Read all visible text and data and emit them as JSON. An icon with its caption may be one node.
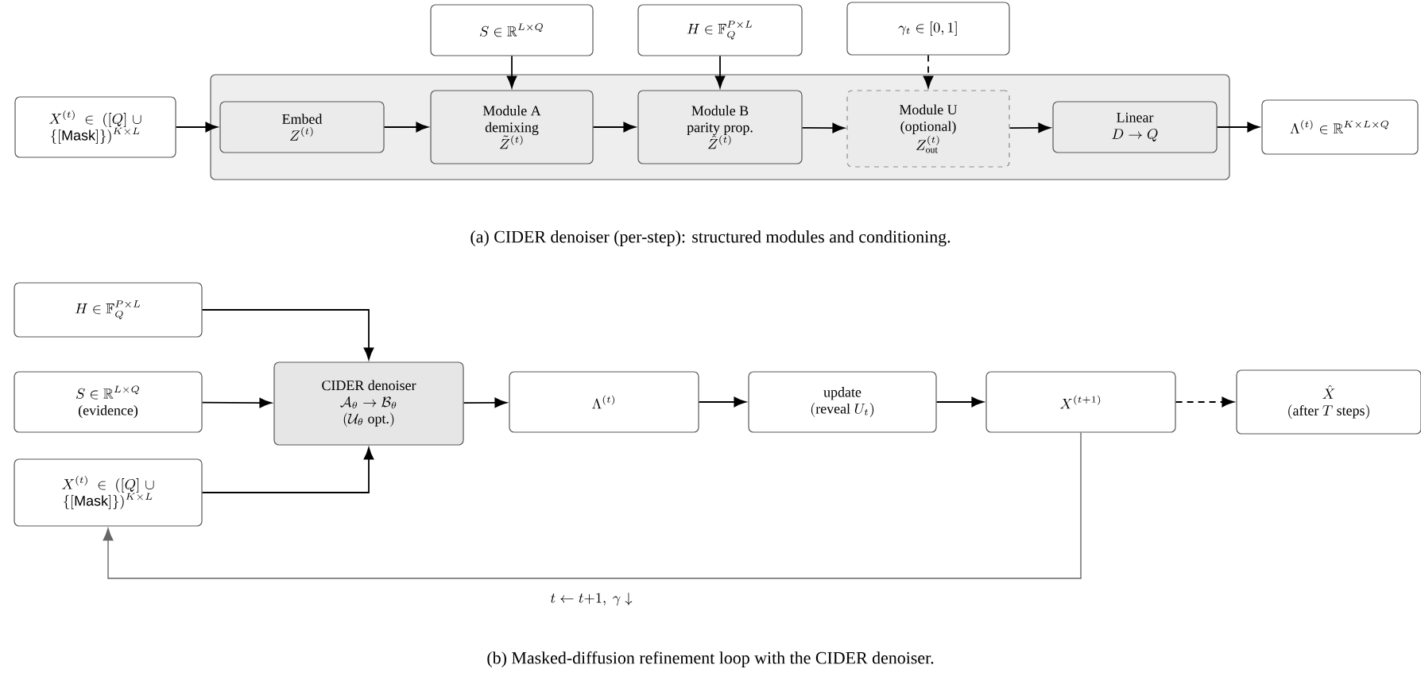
{
  "diagram": {
    "nodes": [
      {
        "text": [],
        "shape": "box"
      },
      {
        "text": [
          "S \\in \\mathbb{R}^{L\\times Q}"
        ]
      },
      {
        "text": [
          "H \\in \\mathbb{F}_Q^{P\\times L}"
        ]
      },
      {
        "text": [
          "\\gamma_t \\in [0,1]"
        ]
      },
      {
        "text": [
          "X^{(t)} \\in ([Q] \\cup \\{[\\textsf{Mask}]\\})^{K\\times L}"
        ]
      },
      {
        "text": [
          "Embed",
          "Z^{(t)}"
        ],
        "in": 0
      },
      {
        "text": [
          "Module A",
          "demixing",
          "\\tilde{Z}^{(t)}"
        ],
        "in": 0
      },
      {
        "text": [
          "Module B",
          "parity prop.",
          "\\hat{Z}^{(t)}"
        ],
        "in": 0
      },
      {
        "text": [
          "Module U",
          "(optional)",
          "Z^{(t)}_{\\mathrm{out}}"
        ],
        "in": 0
      },
      {
        "text": [
          "Linear",
          "D \\to Q"
        ],
        "in": 0
      },
      {
        "text": [
          "\\Lambda^{(t)} \\in \\mathbb{R}^{K\\times L\\times Q}"
        ]
      },
      {
        "text": [
          "H \\in \\mathbb{F}_Q^{P\\times L}"
        ]
      },
      {
        "text": [
          "S \\in \\mathbb{R}^{L\\times Q}",
          "(evidence)"
        ]
      },
      {
        "text": [
          "X^{(t)} \\in ([Q] \\cup \\{[\\textsf{Mask}]\\})^{K\\times L}"
        ]
      },
      {
        "text": [
          "CIDER denoiser",
          "\\mathcal{A}_\\theta \\to \\mathcal{B}_\\theta",
          "(\\mathcal{U}_\\theta \\text{ opt.})"
        ]
      },
      {
        "text": [
          "\\Lambda^{(t)}"
        ]
      },
      {
        "text": [
          "update",
          "(\\text{reveal } U_t)"
        ]
      },
      {
        "text": [
          "X^{(t+1)}"
        ]
      },
      {
        "text": [
          "\\hat{X}",
          "(\\text{after } T \\text{ steps})"
        ]
      }
    ],
    "edges": [
      {
        "from": 4,
        "to": 5,
        "arrow": "to"
      },
      {
        "from": 1,
        "to": 6,
        "arrow": "to"
      },
      {
        "from": 5,
        "to": 6,
        "arrow": "to"
      },
      {
        "from": 2,
        "to": 7,
        "arrow": "to"
      },
      {
        "from": 6,
        "to": 7,
        "arrow": "to"
      },
      {
        "from": 3,
        "to": 8,
        "arrow": "to",
        "style": "dashed"
      },
      {
        "from": 7,
        "to": 8,
        "arrow": "to"
      },
      {
        "from": 8,
        "to": 9,
        "arrow": "to"
      },
      {
        "from": 9,
        "to": 10,
        "arrow": "to"
      },
      {
        "from": 11,
        "to": 14,
        "arrow": "to"
      },
      {
        "from": 12,
        "to": 14,
        "arrow": "to"
      },
      {
        "from": 13,
        "to": 14,
        "arrow": "to"
      },
      {
        "from": 14,
        "to": 15,
        "arrow": "to"
      },
      {
        "from": 15,
        "to": 16,
        "arrow": "to"
      },
      {
        "from": 16,
        "to": 17,
        "arrow": "to"
      },
      {
        "from": 17,
        "to": 18,
        "arrow": "to",
        "style": "dashed"
      },
      {
        "from": 17,
        "to": 13,
        "arrow": "to",
        "label": "t \\leftarrow t{+}1,\\ \\gamma\\downarrow",
        "color": "#666666"
      }
    ],
    "labels": [
      "(a) CIDER denoiser (per-step): structured modules and conditioning.",
      "(b) Masked-diffusion refinement loop with the CIDER denoiser."
    ]
  }
}
